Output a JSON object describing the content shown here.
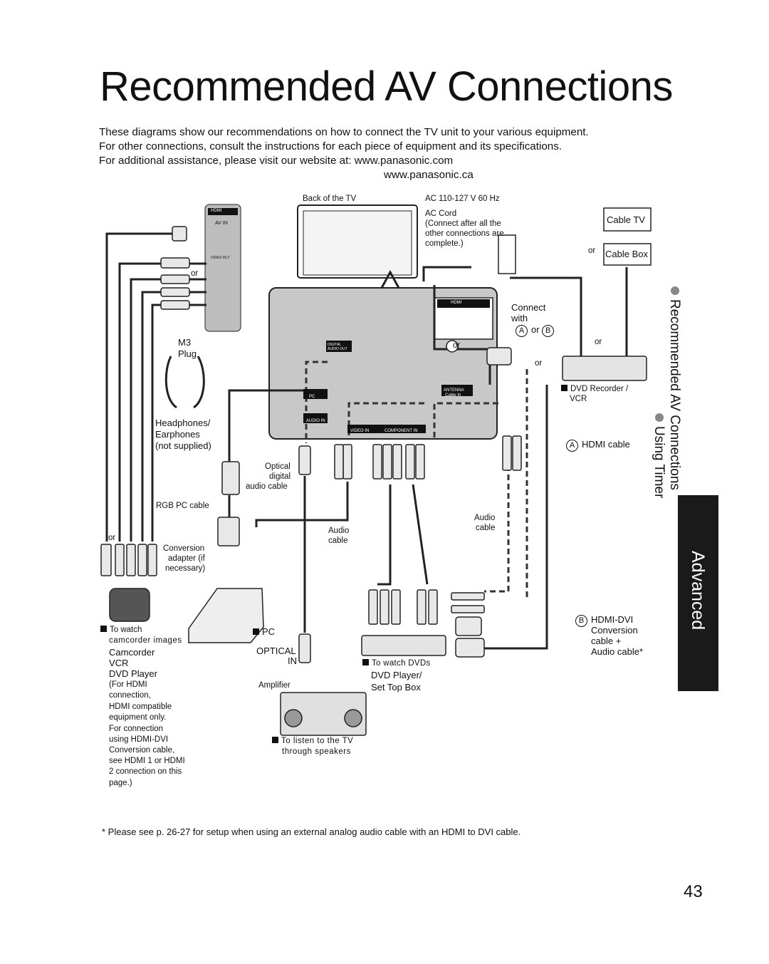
{
  "title": "Recommended AV Connections",
  "intro": {
    "line1": "These diagrams show our recommendations on how to connect the TV unit to your various equipment.",
    "line2": "For other connections, consult the instructions for each piece of equipment and its specifications.",
    "line3": "For additional assistance, please visit our website at:  www.panasonic.com",
    "line4": "www.panasonic.ca"
  },
  "side": {
    "item1": "Recommended AV Connections",
    "item2": "Using Timer",
    "tab": "Advanced"
  },
  "labels": {
    "back_of_tv": "Back of the TV",
    "ac_power": "AC 110-127 V 60 Hz",
    "ac_cord": "AC Cord",
    "ac_note1": "(Connect after all the",
    "ac_note2": "other connections are",
    "ac_note3": "complete.)",
    "cable_tv": "Cable TV",
    "or": "or",
    "cable_box": "Cable Box",
    "av_in": "AV IN",
    "hdmi_logo": "HDMI",
    "video_in_2": "VIDEO IN 2",
    "m3": "M3",
    "plug": "Plug",
    "headphones": "Headphones/",
    "earphones": "Earphones",
    "not_supplied": "(not supplied)",
    "connect": "Connect",
    "with": "with",
    "a": "A",
    "b": "B",
    "hdmi1": "HDMI 1",
    "hdmi2": "HDMI 2",
    "digital_audio_out": "DIGITAL AUDIO OUT",
    "pc": "PC",
    "audio_in": "AUDIO IN",
    "video_in": "VIDEO IN",
    "component_in": "COMPONENT IN",
    "antenna": "ANTENNA",
    "cable_in": "Cable In",
    "dvd_recorder": "DVD Recorder /",
    "vcr_right": "VCR",
    "hdmi_cable": "HDMI cable",
    "optical": "Optical",
    "digital": "digital",
    "audio_cable": "audio cable",
    "rgb_pc_cable": "RGB PC cable",
    "audio": "Audio",
    "cable": "cable",
    "conversion": "Conversion",
    "adapter_if": "adapter (if",
    "necessary": "necessary)",
    "to_watch": "To watch",
    "camcorder_images": "camcorder images",
    "camcorder": "Camcorder",
    "vcr": "VCR",
    "dvd_player": "DVD Player",
    "for_hdmi_1": "(For HDMI",
    "for_hdmi_2": "connection,",
    "for_hdmi_3": "HDMI compatible",
    "for_hdmi_4": "equipment only.",
    "for_hdmi_5": "For connection",
    "for_hdmi_6": "using HDMI-DVI",
    "for_hdmi_7": "Conversion cable,",
    "for_hdmi_8": "see HDMI 1 or HDMI",
    "for_hdmi_9": "2 connection on this",
    "for_hdmi_10": "page.)",
    "pc_label": "PC",
    "optical_in_1": "OPTICAL",
    "optical_in_2": "IN",
    "amplifier": "Amplifier",
    "to_listen_1": "To listen to the TV",
    "to_listen_2": "through speakers",
    "to_watch_dvds": "To watch DVDs",
    "dvd_player2": "DVD Player/",
    "set_top_box": "Set Top Box",
    "hdmi_dvi": "HDMI-DVI",
    "conversion2": "Conversion",
    "cable_plus": "cable +",
    "audio_cable_star": "Audio cable*",
    "audio_cable_r1": "Audio",
    "audio_cable_r2": "cable"
  },
  "footnote": "* Please see p. 26-27 for setup when using an external analog audio cable with an HDMI to DVI cable.",
  "page_number": "43"
}
